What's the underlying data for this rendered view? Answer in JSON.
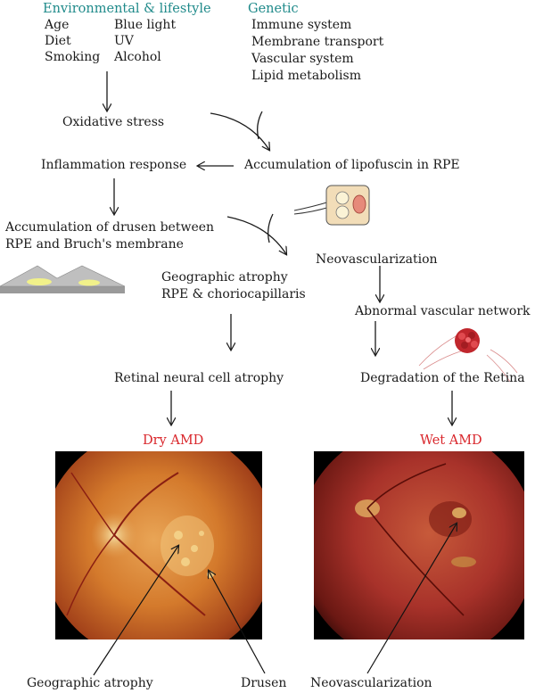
{
  "env": {
    "title": "Environmental & lifestyle",
    "items": [
      "Age",
      "Blue light",
      "Diet",
      "UV",
      "Smoking",
      "Alcohol"
    ]
  },
  "genetic": {
    "title": "Genetic",
    "items": [
      "Immune system",
      "Membrane transport",
      "Vascular system",
      "Lipid metabolism"
    ]
  },
  "nodes": {
    "oxidative": "Oxidative stress",
    "inflammation": "Inflammation response",
    "lipofuscin": "Accumulation of lipofuscin in RPE",
    "drusen_line1": "Accumulation of drusen between",
    "drusen_line2": "RPE and Bruch's membrane",
    "neovasc": "Neovascularization",
    "geo_line1": "Geographic atrophy",
    "geo_line2": "RPE & choriocapillaris",
    "abnormal": "Abnormal vascular network",
    "retinal_atrophy": "Retinal neural cell atrophy",
    "degradation": "Degradation of the Retina"
  },
  "outcomes": {
    "dry": "Dry AMD",
    "wet": "Wet AMD"
  },
  "annotations": {
    "geo": "Geographic atrophy",
    "drusen": "Drusen",
    "neo": "Neovascularization"
  },
  "colors": {
    "heading": "#1f8a8a",
    "outcome": "#d9262b",
    "text": "#1a1a1a"
  }
}
